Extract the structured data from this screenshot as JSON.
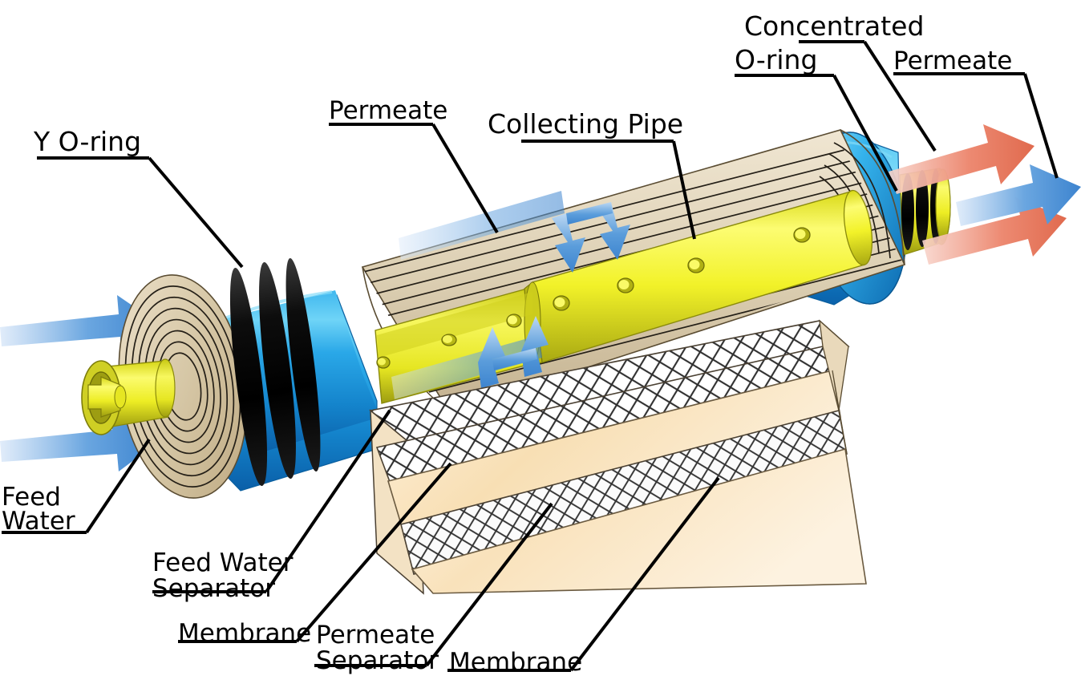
{
  "diagram": {
    "title": "Spiral Wound Reverse Osmosis Membrane Element Cutaway",
    "type": "technical-cutaway-illustration",
    "background": "#ffffff"
  },
  "labels": {
    "y_oring": "Y O-ring",
    "feed_water": "Feed\nWater",
    "feed_water_line1": "Feed",
    "feed_water_line2": "Water",
    "permeate_top": "Permeate",
    "collecting_pipe": "Collecting Pipe",
    "concentrated": "Concentrated",
    "oring_right": "O-ring",
    "permeate_right": "Permeate",
    "feed_water_separator_line1": "Feed Water",
    "feed_water_separator_line2": "Separator",
    "membrane_left": "Membrane",
    "permeate_separator_line1": "Permeate",
    "permeate_separator_line2": "Separator",
    "membrane_bottom": "Membrane"
  },
  "components": [
    {
      "name": "Y O-ring",
      "kind": "seal",
      "color": "#0a0a0a"
    },
    {
      "name": "Feed Water",
      "kind": "flow-inlet",
      "color": "#4a8fdc"
    },
    {
      "name": "Permeate",
      "kind": "flow-internal",
      "color": "#4a8fdc"
    },
    {
      "name": "Collecting Pipe",
      "kind": "central-tube",
      "color": "#eded2a"
    },
    {
      "name": "Concentrated",
      "kind": "flow-outlet",
      "color": "#e8735a"
    },
    {
      "name": "O-ring",
      "kind": "seal",
      "color": "#0a0a0a"
    },
    {
      "name": "Feed Water Separator",
      "kind": "mesh-spacer",
      "color": "#ffffff"
    },
    {
      "name": "Membrane",
      "kind": "sheet",
      "color": "#f8e0b8"
    },
    {
      "name": "Permeate Separator",
      "kind": "mesh-spacer",
      "color": "#ffffff"
    }
  ],
  "colors": {
    "shell_blue_light": "#5ec8f0",
    "shell_blue_mid": "#1f9fe0",
    "shell_blue_dark": "#0e6fb8",
    "pipe_yellow_light": "#fbfb66",
    "pipe_yellow": "#eded1f",
    "pipe_yellow_dark": "#b8b81a",
    "oring_black": "#0b0b0b",
    "wrap_tan": "#e3d7bf",
    "wrap_tan_dark": "#c9b894",
    "membrane_cream": "#fae3bd",
    "arrow_blue": "#4a90d9",
    "arrow_blue_pale": "#cfe2f7",
    "arrow_orange": "#e8735a",
    "arrow_orange_pale": "#f7cfc6",
    "label_black": "#000000"
  },
  "flows": {
    "inlet": {
      "label": "Feed Water",
      "color": "#4a90d9",
      "count": 2,
      "direction": "right"
    },
    "internal_permeate": {
      "label": "Permeate",
      "color": "#4a90d9",
      "count": 4,
      "direction": "toward-collecting-pipe"
    },
    "outlet_concentrate": {
      "label": "Concentrated",
      "color": "#e8735a",
      "count": 2,
      "direction": "right"
    },
    "outlet_permeate": {
      "label": "Permeate",
      "color": "#4a90d9",
      "count": 1,
      "direction": "right"
    }
  }
}
